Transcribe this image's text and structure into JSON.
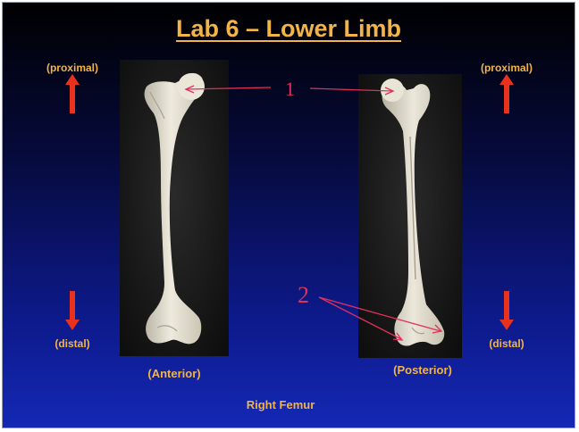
{
  "slide": {
    "title": "Lab 6 – Lower Limb",
    "labels": {
      "proximal_left": "(proximal)",
      "proximal_right": "(proximal)",
      "distal_left": "(distal)",
      "distal_right": "(distal)"
    },
    "captions": {
      "anterior": "(Anterior)",
      "posterior": "(Posterior)",
      "bottom": "Right Femur"
    },
    "annotations": {
      "marker_1": "1",
      "marker_2": "2"
    },
    "colors": {
      "title": "#f2b446",
      "arrow": "#e8321e",
      "annotation_ink": "#e0305a",
      "background_top": "#000000",
      "background_bottom": "#1428b4"
    },
    "icons": [
      "arrow-up-icon",
      "arrow-down-icon"
    ]
  }
}
